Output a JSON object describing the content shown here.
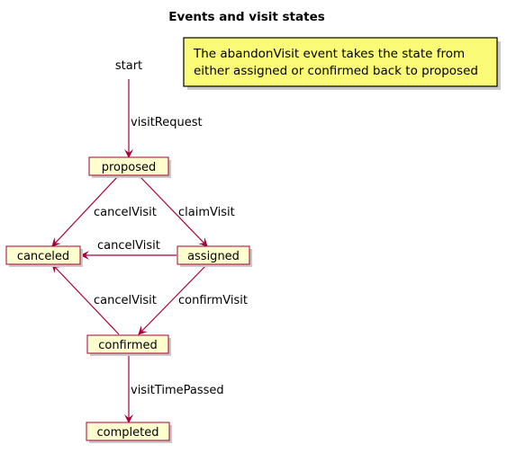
{
  "title": "Events and visit states",
  "note": {
    "lines": [
      "The abandonVisit event takes the state from",
      "either assigned or confirmed back to proposed"
    ]
  },
  "colors": {
    "node_fill": "#FEFECE",
    "node_border": "#A80036",
    "arrow": "#A80036",
    "note_fill": "#FBFB77"
  },
  "nodes": {
    "start": "start",
    "proposed": "proposed",
    "canceled": "canceled",
    "assigned": "assigned",
    "confirmed": "confirmed",
    "completed": "completed"
  },
  "edges": [
    {
      "from": "start",
      "to": "proposed",
      "label": "visitRequest"
    },
    {
      "from": "proposed",
      "to": "canceled",
      "label": "cancelVisit"
    },
    {
      "from": "proposed",
      "to": "assigned",
      "label": "claimVisit"
    },
    {
      "from": "assigned",
      "to": "canceled",
      "label": "cancelVisit"
    },
    {
      "from": "assigned",
      "to": "confirmed",
      "label": "confirmVisit"
    },
    {
      "from": "confirmed",
      "to": "canceled",
      "label": "cancelVisit"
    },
    {
      "from": "confirmed",
      "to": "completed",
      "label": "visitTimePassed"
    }
  ]
}
